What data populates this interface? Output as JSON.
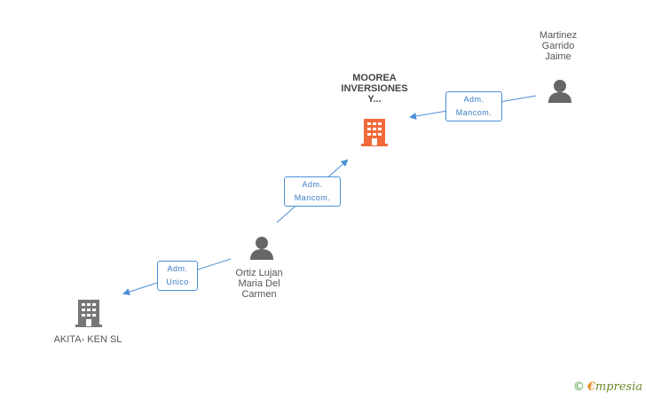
{
  "nodes": {
    "moorea": {
      "label": "MOOREA\nINVERSIONES\nY...",
      "color": "#f26a3a",
      "icon": "building-icon"
    },
    "martinez": {
      "label": "Martinez\nGarrido\nJaime",
      "color": "#666666",
      "icon": "person-icon"
    },
    "ortiz": {
      "label": "Ortiz Lujan\nMaria Del\nCarmen",
      "color": "#666666",
      "icon": "person-icon"
    },
    "akita": {
      "label": "AKITA- KEN SL",
      "color": "#777777",
      "icon": "building-icon"
    }
  },
  "edges": {
    "martinez_to_moorea": "Adm.\nMancom.",
    "ortiz_to_moorea": "Adm.\nMancom.",
    "ortiz_to_akita": "Adm.\nUnico"
  },
  "colors": {
    "edge": "#4a8fd6"
  },
  "brand": {
    "copyright": "©",
    "e": "€",
    "name": "mpresia"
  }
}
